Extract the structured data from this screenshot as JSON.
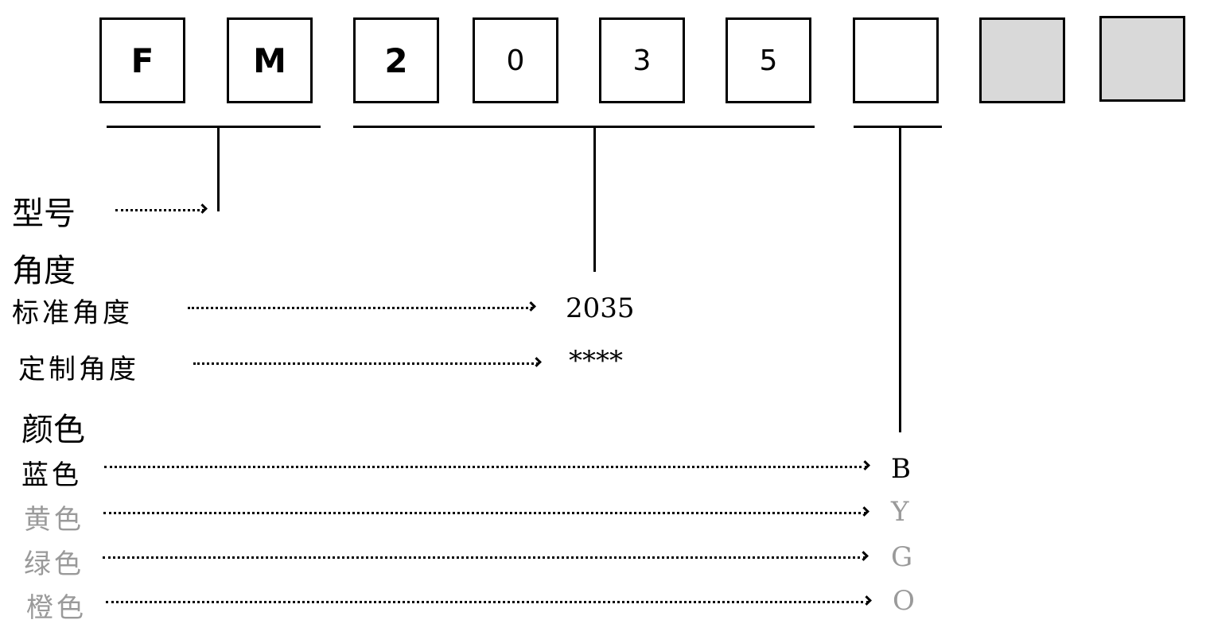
{
  "code_boxes": [
    "F",
    "M",
    "2",
    "0",
    "3",
    "5",
    "",
    "",
    ""
  ],
  "sections": {
    "model": {
      "label": "型号"
    },
    "angle": {
      "heading": "角度",
      "standard": {
        "label": "标准角度",
        "code": "2035"
      },
      "custom": {
        "label": "定制角度",
        "code": "****"
      }
    },
    "color": {
      "heading": "颜色",
      "options": [
        {
          "label": "蓝色",
          "code": "B",
          "color": "#000000"
        },
        {
          "label": "黄色",
          "code": "Y",
          "color": "#9a9a9a"
        },
        {
          "label": "绿色",
          "code": "G",
          "color": "#9a9a9a"
        },
        {
          "label": "橙色",
          "code": "O",
          "color": "#9a9a9a"
        }
      ]
    }
  },
  "colors": {
    "filled_box": "#d9d9d9",
    "muted_text": "#9a9a9a"
  }
}
